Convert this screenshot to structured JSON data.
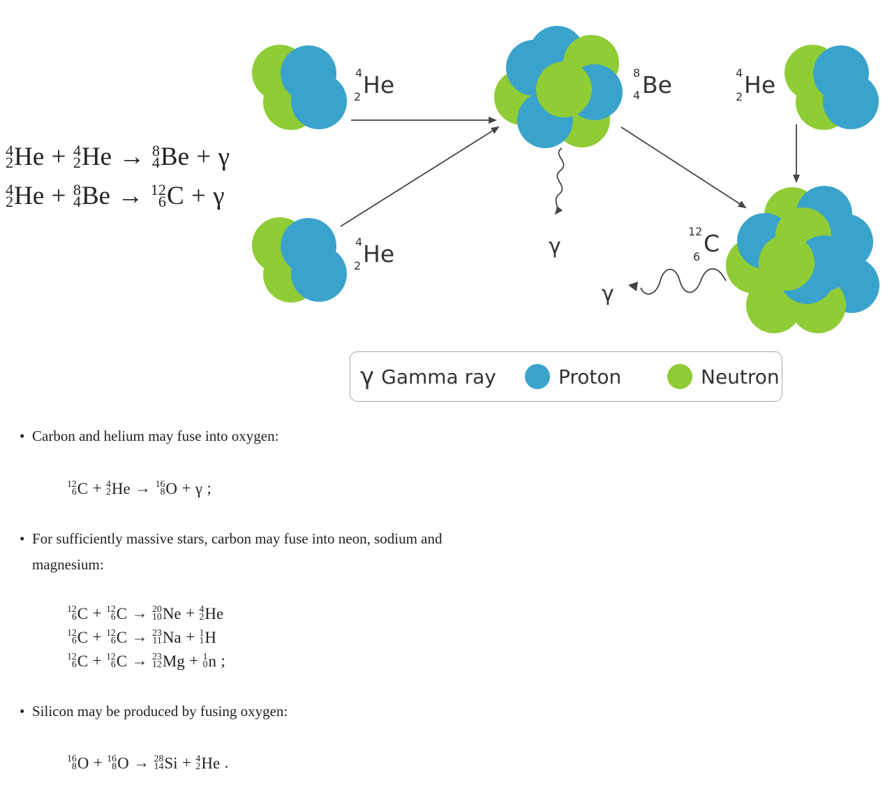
{
  "diagram": {
    "labels": {
      "he_top_left": {
        "mass": "4",
        "z": "2",
        "symbol": "He"
      },
      "he_bottom_left": {
        "mass": "4",
        "z": "2",
        "symbol": "He"
      },
      "be_center": {
        "mass": "8",
        "z": "4",
        "symbol": "Be"
      },
      "he_top_right": {
        "mass": "4",
        "z": "2",
        "symbol": "He"
      },
      "c_bottom_right": {
        "mass": "12",
        "z": "6",
        "symbol": "C"
      },
      "gamma_center": "γ",
      "gamma_right": "γ"
    },
    "colors": {
      "proton": "#3aa3cc",
      "neutron": "#8fcc35",
      "arrow": "#444444"
    }
  },
  "top_equations": [
    {
      "lhs1": {
        "mass": "4",
        "z": "2",
        "sym": "He"
      },
      "plus1": "+",
      "lhs2": {
        "mass": "4",
        "z": "2",
        "sym": "He"
      },
      "arrow": "→",
      "rhs1": {
        "mass": "8",
        "z": "4",
        "sym": "Be"
      },
      "plus2": "+",
      "rhs2": "γ"
    },
    {
      "lhs1": {
        "mass": "4",
        "z": "2",
        "sym": "He"
      },
      "plus1": "+",
      "lhs2": {
        "mass": "8",
        "z": "4",
        "sym": "Be"
      },
      "arrow": "→",
      "rhs1": {
        "mass": "12",
        "z": "6",
        "sym": "C"
      },
      "plus2": "+",
      "rhs2": "γ"
    }
  ],
  "legend": {
    "gamma_symbol": "γ",
    "gamma_label": "Gamma ray",
    "proton_label": "Proton",
    "neutron_label": "Neutron"
  },
  "bullets": [
    {
      "text": "Carbon and helium may fuse into oxygen:",
      "equations": [
        {
          "a": {
            "mass": "12",
            "z": "6",
            "sym": "C"
          },
          "op1": "+",
          "b": {
            "mass": "4",
            "z": "2",
            "sym": "He"
          },
          "arrow": "→",
          "c": {
            "mass": "16",
            "z": "8",
            "sym": "O"
          },
          "op2": "+",
          "d": {
            "mass": "",
            "z": "",
            "sym": "γ"
          },
          "end": ";"
        }
      ]
    },
    {
      "text_line1": "For sufficiently massive stars, carbon may fuse into neon, sodium and",
      "text_line2": "magnesium:",
      "equations": [
        {
          "a": {
            "mass": "12",
            "z": "6",
            "sym": "C"
          },
          "op1": "+",
          "b": {
            "mass": "12",
            "z": "6",
            "sym": "C"
          },
          "arrow": "→",
          "c": {
            "mass": "20",
            "z": "10",
            "sym": "Ne"
          },
          "op2": "+",
          "d": {
            "mass": "4",
            "z": "2",
            "sym": "He"
          },
          "end": ""
        },
        {
          "a": {
            "mass": "12",
            "z": "6",
            "sym": "C"
          },
          "op1": "+",
          "b": {
            "mass": "12",
            "z": "6",
            "sym": "C"
          },
          "arrow": "→",
          "c": {
            "mass": "23",
            "z": "11",
            "sym": "Na"
          },
          "op2": "+",
          "d": {
            "mass": "1",
            "z": "1",
            "sym": "H"
          },
          "end": ""
        },
        {
          "a": {
            "mass": "12",
            "z": "6",
            "sym": "C"
          },
          "op1": "+",
          "b": {
            "mass": "12",
            "z": "6",
            "sym": "C"
          },
          "arrow": "→",
          "c": {
            "mass": "23",
            "z": "12",
            "sym": "Mg"
          },
          "op2": "+",
          "d": {
            "mass": "1",
            "z": "0",
            "sym": "n"
          },
          "end": ";"
        }
      ]
    },
    {
      "text": "Silicon may be produced by fusing oxygen:",
      "equations": [
        {
          "a": {
            "mass": "16",
            "z": "8",
            "sym": "O"
          },
          "op1": "+",
          "b": {
            "mass": "16",
            "z": "8",
            "sym": "O"
          },
          "arrow": "→",
          "c": {
            "mass": "28",
            "z": "14",
            "sym": "Si"
          },
          "op2": "+",
          "d": {
            "mass": "4",
            "z": "2",
            "sym": "He"
          },
          "end": "."
        }
      ]
    }
  ],
  "bullet_symbol": "•"
}
